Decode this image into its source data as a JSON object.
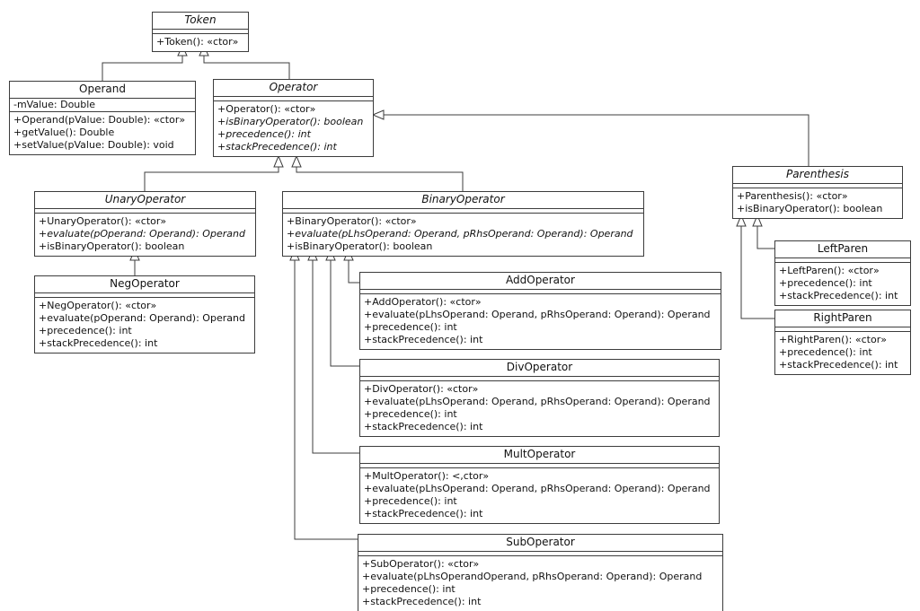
{
  "diagram": {
    "kind": "uml-class-diagram",
    "background_color": "#ffffff",
    "line_color": "#3c3c3c",
    "classes": [
      {
        "name": "Token",
        "abstract": true,
        "attributes": [],
        "methods": [
          {
            "text": "+Token(): «ctor»",
            "italic": false
          }
        ]
      },
      {
        "name": "Operand",
        "abstract": false,
        "attributes": [
          {
            "text": "-mValue: Double"
          }
        ],
        "methods": [
          {
            "text": "+Operand(pValue: Double): «ctor»",
            "italic": false
          },
          {
            "text": "+getValue(): Double",
            "italic": false
          },
          {
            "text": "+setValue(pValue: Double): void",
            "italic": false
          }
        ]
      },
      {
        "name": "Operator",
        "abstract": true,
        "attributes": [],
        "methods": [
          {
            "text": "+Operator(): «ctor»",
            "italic": false
          },
          {
            "text": "+isBinaryOperator(): boolean",
            "italic": true
          },
          {
            "text": "+precedence(): int",
            "italic": true
          },
          {
            "text": "+stackPrecedence(): int",
            "italic": true
          }
        ]
      },
      {
        "name": "UnaryOperator",
        "abstract": true,
        "attributes": [],
        "methods": [
          {
            "text": "+UnaryOperator(): «ctor»",
            "italic": false
          },
          {
            "text": "+evaluate(pOperand: Operand): Operand",
            "italic": true
          },
          {
            "text": "+isBinaryOperator(): boolean",
            "italic": false
          }
        ]
      },
      {
        "name": "BinaryOperator",
        "abstract": true,
        "attributes": [],
        "methods": [
          {
            "text": "+BinaryOperator(): «ctor»",
            "italic": false
          },
          {
            "text": "+evaluate(pLhsOperand: Operand, pRhsOperand: Operand): Operand",
            "italic": true
          },
          {
            "text": "+isBinaryOperator(): boolean",
            "italic": false
          }
        ]
      },
      {
        "name": "NegOperator",
        "abstract": false,
        "attributes": [],
        "methods": [
          {
            "text": "+NegOperator(): «ctor»",
            "italic": false
          },
          {
            "text": "+evaluate(pOperand: Operand): Operand",
            "italic": false
          },
          {
            "text": "+precedence(): int",
            "italic": false
          },
          {
            "text": "+stackPrecedence(): int",
            "italic": false
          }
        ]
      },
      {
        "name": "AddOperator",
        "abstract": false,
        "attributes": [],
        "methods": [
          {
            "text": "+AddOperator(): «ctor»",
            "italic": false
          },
          {
            "text": "+evaluate(pLhsOperand: Operand, pRhsOperand: Operand): Operand",
            "italic": false
          },
          {
            "text": "+precedence(): int",
            "italic": false
          },
          {
            "text": "+stackPrecedence(): int",
            "italic": false
          }
        ]
      },
      {
        "name": "DivOperator",
        "abstract": false,
        "attributes": [],
        "methods": [
          {
            "text": "+DivOperator(): «ctor»",
            "italic": false
          },
          {
            "text": "+evaluate(pLhsOperand: Operand, pRhsOperand: Operand): Operand",
            "italic": false
          },
          {
            "text": "+precedence(): int",
            "italic": false
          },
          {
            "text": "+stackPrecedence(): int",
            "italic": false
          }
        ]
      },
      {
        "name": "MultOperator",
        "abstract": false,
        "attributes": [],
        "methods": [
          {
            "text": "+MultOperator(): <,ctor»",
            "italic": false
          },
          {
            "text": "+evaluate(pLhsOperand: Operand, pRhsOperand: Operand): Operand",
            "italic": false
          },
          {
            "text": "+precedence(): int",
            "italic": false
          },
          {
            "text": "+stackPrecedence(): int",
            "italic": false
          }
        ]
      },
      {
        "name": "SubOperator",
        "abstract": false,
        "attributes": [],
        "methods": [
          {
            "text": "+SubOperator(): «ctor»",
            "italic": false
          },
          {
            "text": "+evaluate(pLhsOperandOperand, pRhsOperand: Operand): Operand",
            "italic": false
          },
          {
            "text": "+precedence(): int",
            "italic": false
          },
          {
            "text": "+stackPrecedence(): int",
            "italic": false
          }
        ]
      },
      {
        "name": "Parenthesis",
        "abstract": true,
        "attributes": [],
        "methods": [
          {
            "text": "+Parenthesis(): «ctor»",
            "italic": false
          },
          {
            "text": "+isBinaryOperator(): boolean",
            "italic": false
          }
        ]
      },
      {
        "name": "LeftParen",
        "abstract": false,
        "attributes": [],
        "methods": [
          {
            "text": "+LeftParen(): «ctor»",
            "italic": false
          },
          {
            "text": "+precedence(): int",
            "italic": false
          },
          {
            "text": "+stackPrecedence(): int",
            "italic": false
          }
        ]
      },
      {
        "name": "RightParen",
        "abstract": false,
        "attributes": [],
        "methods": [
          {
            "text": "+RightParen(): «ctor»",
            "italic": false
          },
          {
            "text": "+precedence(): int",
            "italic": false
          },
          {
            "text": "+stackPrecedence(): int",
            "italic": false
          }
        ]
      }
    ],
    "relations": [
      {
        "child": "Operand",
        "parent": "Token",
        "type": "generalization"
      },
      {
        "child": "Operator",
        "parent": "Token",
        "type": "generalization"
      },
      {
        "child": "UnaryOperator",
        "parent": "Operator",
        "type": "generalization"
      },
      {
        "child": "BinaryOperator",
        "parent": "Operator",
        "type": "generalization"
      },
      {
        "child": "Parenthesis",
        "parent": "Operator",
        "type": "generalization"
      },
      {
        "child": "NegOperator",
        "parent": "UnaryOperator",
        "type": "generalization"
      },
      {
        "child": "AddOperator",
        "parent": "BinaryOperator",
        "type": "generalization"
      },
      {
        "child": "DivOperator",
        "parent": "BinaryOperator",
        "type": "generalization"
      },
      {
        "child": "MultOperator",
        "parent": "BinaryOperator",
        "type": "generalization"
      },
      {
        "child": "SubOperator",
        "parent": "BinaryOperator",
        "type": "generalization"
      },
      {
        "child": "LeftParen",
        "parent": "Parenthesis",
        "type": "generalization"
      },
      {
        "child": "RightParen",
        "parent": "Parenthesis",
        "type": "generalization"
      }
    ]
  }
}
